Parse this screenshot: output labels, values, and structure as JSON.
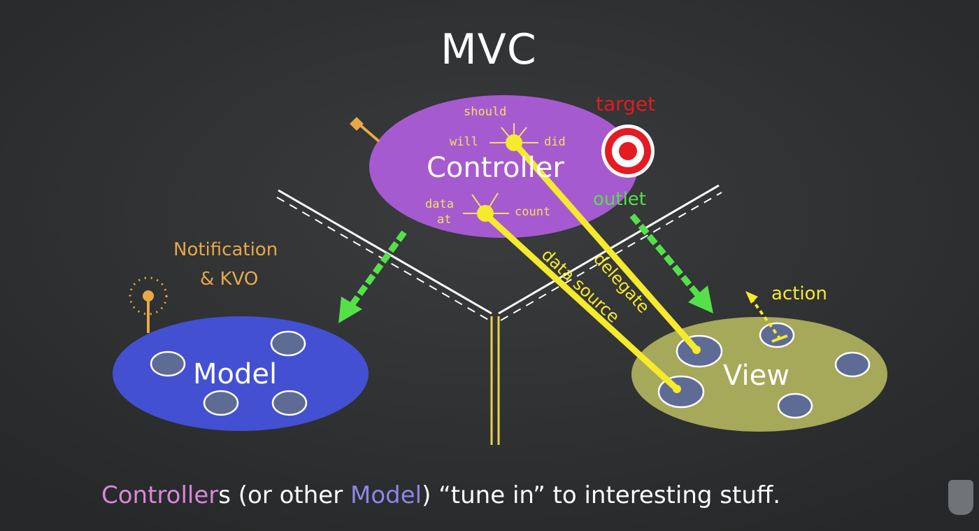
{
  "title": "MVC",
  "nodes": {
    "controller": "Controller",
    "model": "Model",
    "view": "View"
  },
  "controller_labels": {
    "should": "should",
    "will": "will",
    "did": "did",
    "data_at": [
      "data",
      "at"
    ],
    "count": "count"
  },
  "connections": {
    "target": "target",
    "outlet": "outlet",
    "delegate": "delegate",
    "data_source": "data source",
    "action": "action",
    "notification": [
      "Notification",
      "& KVO"
    ]
  },
  "caption": {
    "part1": "Controller",
    "part2": "s (or other ",
    "part3": "Model",
    "part4": ") “tune in” to interesting stuff."
  },
  "colors": {
    "board": "#2f3133",
    "controller": "#a65ad0",
    "model": "#4350d2",
    "view": "#a6a85a",
    "yellow": "#f5ea2b",
    "green": "#55e04a",
    "target_red": "#e31b23",
    "notification": "#e7a948",
    "bubble": "#5e6b95"
  }
}
